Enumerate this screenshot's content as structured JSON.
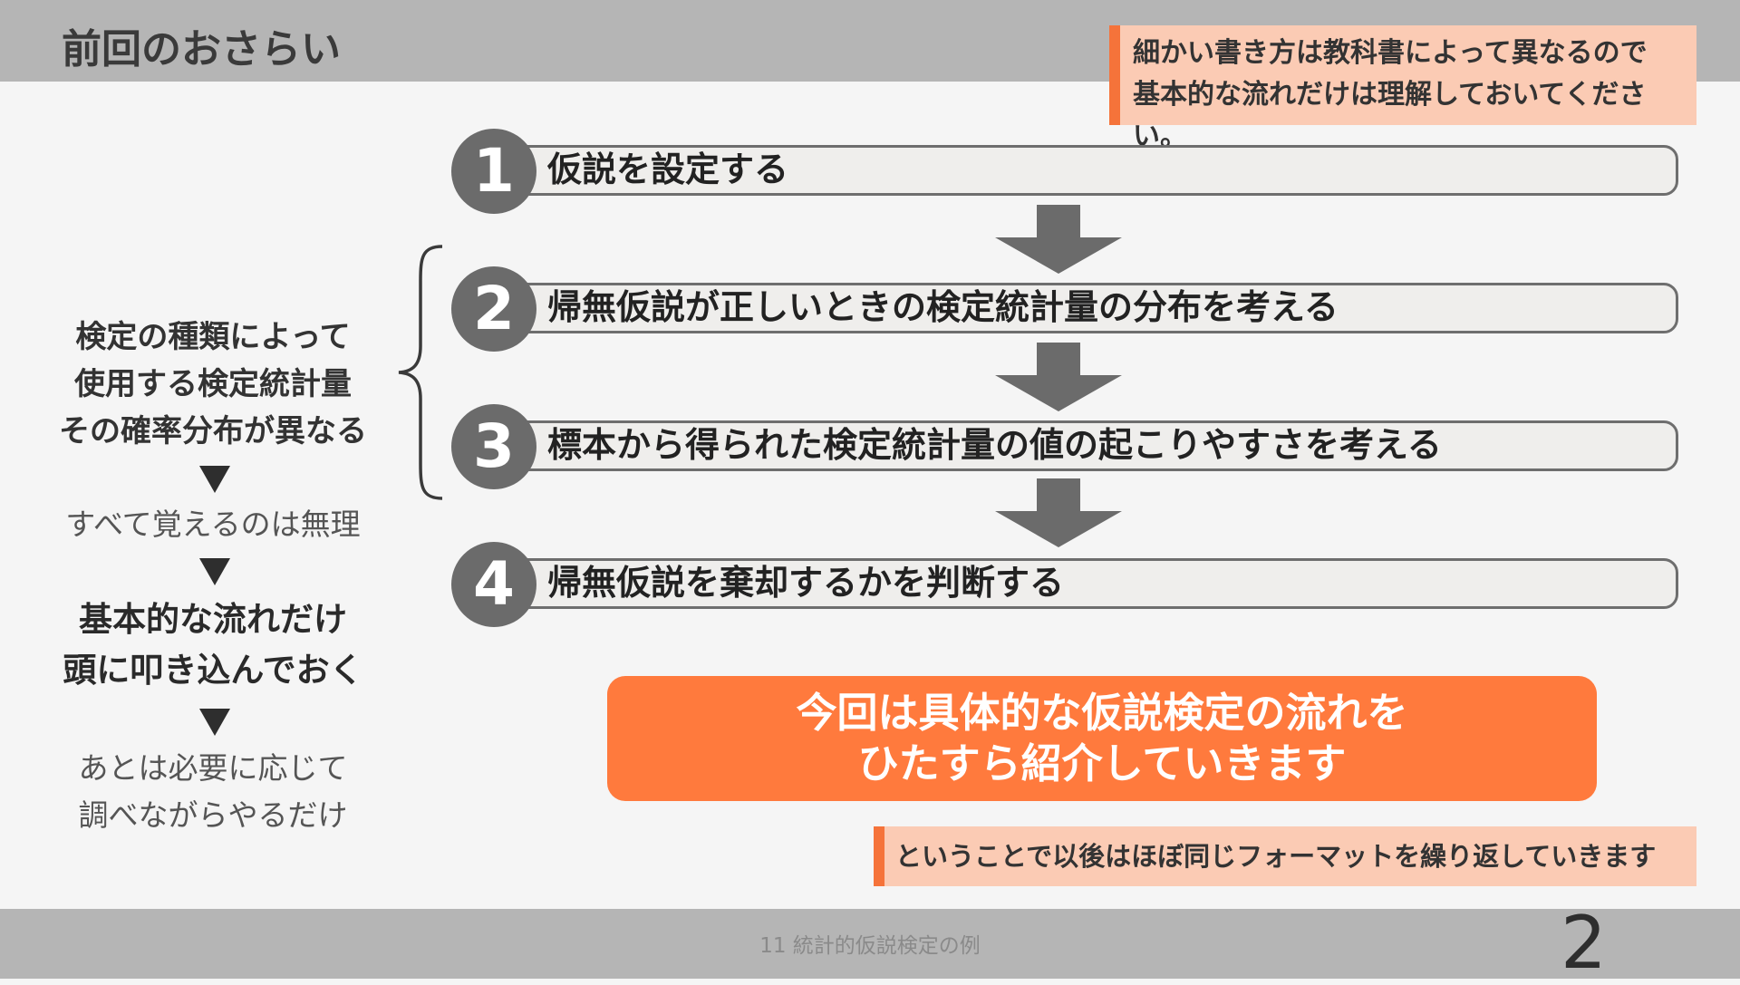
{
  "header": {
    "title": "前回のおさらい"
  },
  "note_top": {
    "line1": "細かい書き方は教科書によって異なるので",
    "line2": "基本的な流れだけは理解しておいてください。"
  },
  "steps": [
    {
      "number": "1",
      "label": "仮説を設定する"
    },
    {
      "number": "2",
      "label": "帰無仮説が正しいときの検定統計量の分布を考える"
    },
    {
      "number": "3",
      "label": "標本から得られた検定統計量の値の起こりやすさを考える"
    },
    {
      "number": "4",
      "label": "帰無仮説を棄却するかを判断する"
    }
  ],
  "left_notes": {
    "block1": [
      "検定の種類によって",
      "使用する検定統計量",
      "その確率分布が異なる"
    ],
    "block2": "すべて覚えるのは無理",
    "block3": [
      "基本的な流れだけ",
      "頭に叩き込んでおく"
    ],
    "block4": [
      "あとは必要に応じて",
      "調べながらやるだけ"
    ]
  },
  "highlight": {
    "line1": "今回は具体的な仮説検定の流れを",
    "line2": "ひたすら紹介していきます"
  },
  "note_bottom": {
    "text": "ということで以後はほぼ同じフォーマットを繰り返していきます"
  },
  "footer": {
    "course": "11 統計的仮説検定の例",
    "page_number": "2"
  },
  "icons": {
    "step_arrow": "down-arrow-icon",
    "flow_marker": "down-triangle-icon",
    "group_brace": "curly-brace-icon"
  },
  "colors": {
    "accent": "#ff7a3d",
    "accent_border": "#f5733a",
    "note_bg": "#fbcbb4",
    "bar_gray": "#b5b5b5",
    "circle_gray": "#6b6b6b"
  }
}
